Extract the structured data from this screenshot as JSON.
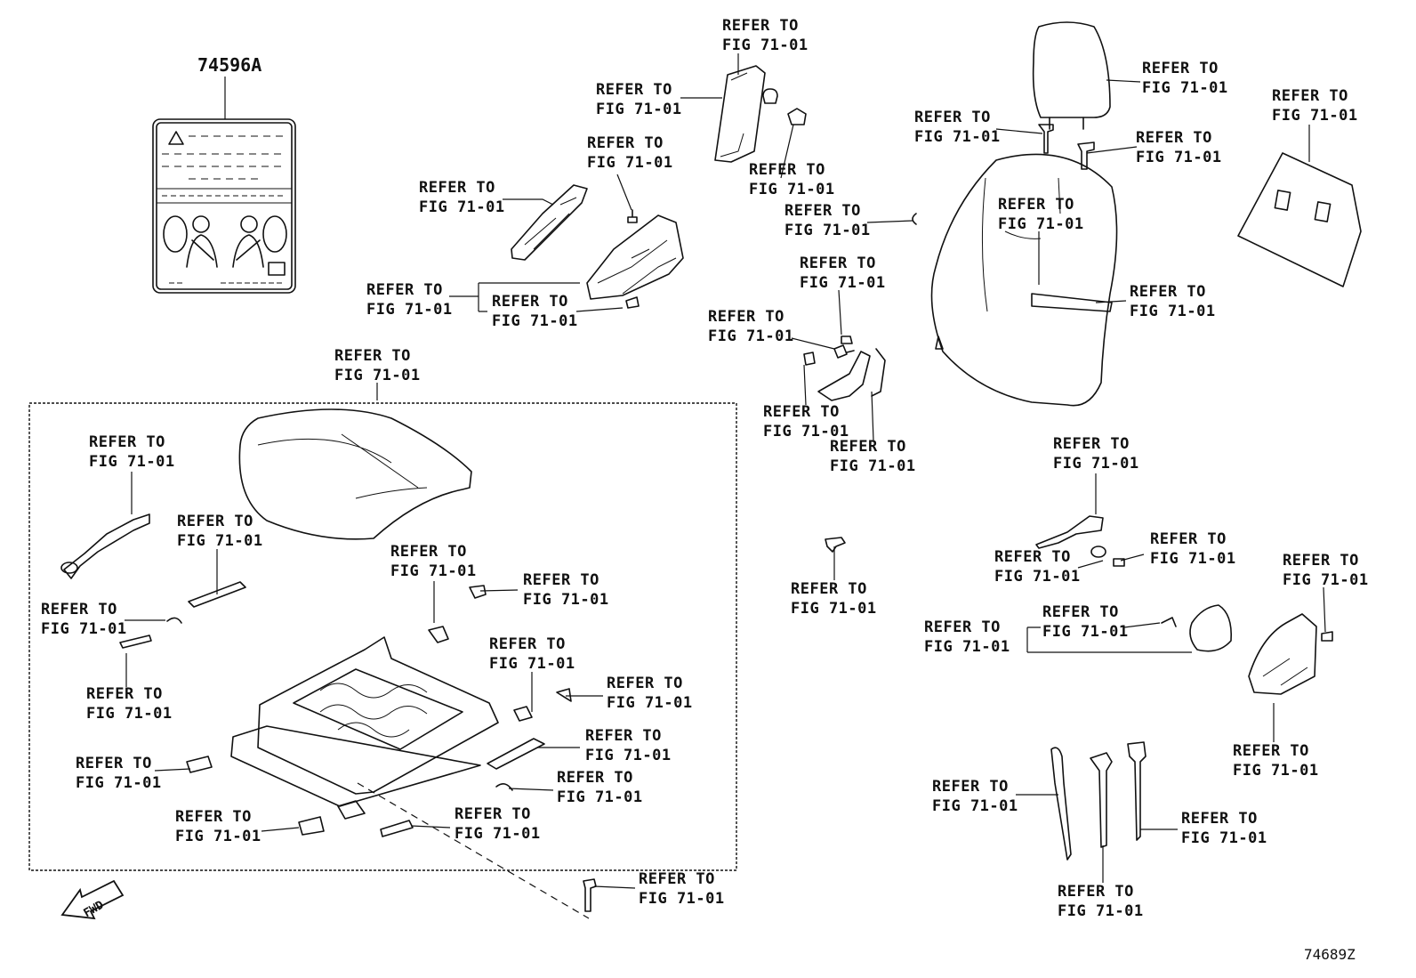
{
  "diagram": {
    "label_line1": "REFER TO",
    "label_line2": "FIG 71-01",
    "part_code": "74596A",
    "figure_code": "74689Z",
    "fwd_label": "FWD"
  }
}
